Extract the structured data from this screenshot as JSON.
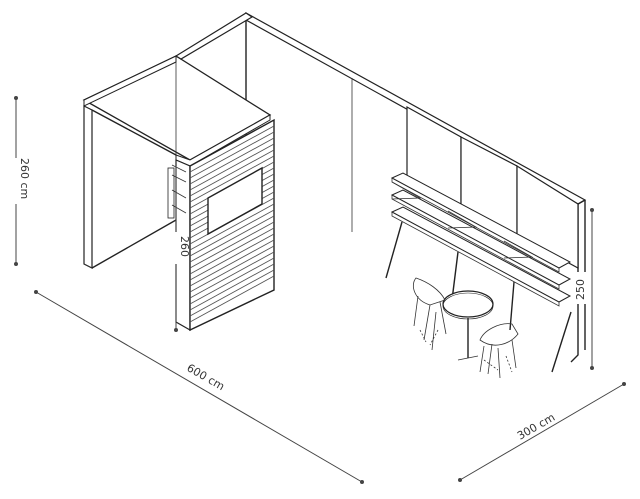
{
  "dimensions": {
    "left_height": "260 cm",
    "front_length": "600 cm",
    "right_depth": "300 cm",
    "storage_height": "260",
    "shelf_wall_height": "250"
  },
  "colors": {
    "line": "#222222",
    "panel_fill": "#ffffff",
    "slat_dark": "#555555",
    "dim_line": "#444444"
  }
}
